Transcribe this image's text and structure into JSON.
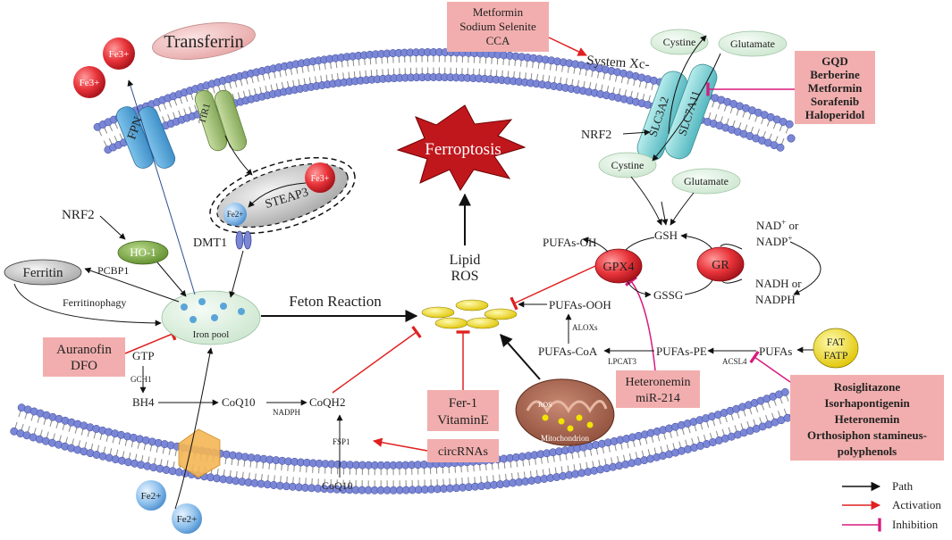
{
  "membranes": {
    "top_label": "System Xc-",
    "top_transporters": [
      "SLC3A2",
      "SLC7A11"
    ],
    "top_proteins": [
      "FPN",
      "TfR1",
      "Transferrin"
    ]
  },
  "center": {
    "ferroptosis": "Ferroptosis",
    "lipid": "Lipid",
    "ros": "ROS",
    "feton": "Feton Reaction",
    "iron_pool": "Iron pool",
    "mito_ros": "ROS",
    "mito": "Mitochondrion"
  },
  "iron": {
    "fe3_a": "Fe3+",
    "fe3_b": "Fe3+",
    "fe3_c": "Fe3+",
    "fe2_a": "Fe2+",
    "fe2_b": "Fe2+",
    "fe2_c": "Fe2+",
    "steap3": "STEAP3",
    "dmt1": "DMT1",
    "nrf2_left": "NRF2",
    "ho1": "HO-1",
    "ferritin": "Ferritin",
    "pcbp1": "PCBP1",
    "ferritinophagy": "Ferritinophagy"
  },
  "right": {
    "cystine_top": "Cystine",
    "glutamate_top": "Glutamate",
    "cystine_bottom": "Cystine",
    "glutamate_bottom": "Glutamate",
    "nrf2_right": "NRF2",
    "pufas_oh": "PUFAs-OH",
    "gsh": "GSH",
    "gpx4": "GPX4",
    "gr": "GR",
    "gssg": "GSSG",
    "nad_1": "NAD",
    "nad_2": "+",
    "nad_3": " or",
    "nadp_1": "NADP",
    "nadp_2": "+",
    "nadh_1": "NADH or",
    "nadh_2": "NADPH",
    "pufas_ooh": "PUFAs-OOH",
    "aloxs": "ALOXs",
    "pufas_coa": "PUFAs-CoA",
    "pufas_pe": "PUFAs-PE",
    "pufas": "PUFAs",
    "lpcat3": "LPCAT3",
    "acsl4": "ACSL4",
    "fat_1": "FAT",
    "fat_2": "FATP"
  },
  "bottom": {
    "gtp": "GTP",
    "gch1": "GCH1",
    "bh4": "BH4",
    "coq10": "CoQ10",
    "nadph": "NADPH",
    "coqh2": "CoQH2",
    "fsp1": "FSP1",
    "coq10_bottom": "CoQ10"
  },
  "drugs": {
    "metformin_box": [
      "Metformin",
      "Sodium Selenite",
      "CCA"
    ],
    "gqd_box": [
      "GQD",
      "Berberine",
      "Metformin",
      "Sorafenib",
      "Haloperidol"
    ],
    "auranofin_box": [
      "Auranofin",
      "DFO"
    ],
    "fer1_box": [
      "Fer-1",
      "VitaminE"
    ],
    "circrnas_box": [
      "circRNAs"
    ],
    "heteronemin_box": [
      "Heteronemin",
      "miR-214"
    ],
    "rosi_box": [
      "Rosiglitazone",
      "Isorhapontigenin",
      "Heteronemin",
      "Orthosiphon stamineus-",
      "polyphenols"
    ]
  },
  "legend": {
    "path": "Path",
    "activation": "Activation",
    "inhibition": "Inhibition"
  },
  "colors": {
    "drug_box": "#f2aeae",
    "activation": "#e02020",
    "inhibition": "#d81b7f",
    "path": "#111111",
    "membrane_head": "#7a86d6",
    "fe3": "#e8343a",
    "fe2": "#8fc1ec"
  }
}
